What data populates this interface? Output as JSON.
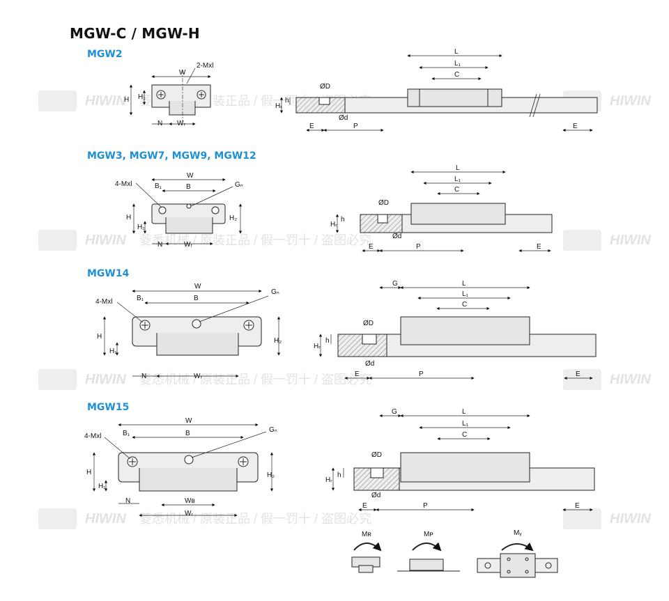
{
  "page": {
    "title": "MGW-C / MGW-H"
  },
  "sections": [
    {
      "id": "mgw2",
      "title": "MGW2"
    },
    {
      "id": "mgw3",
      "title": "MGW3, MGW7, MGW9, MGW12"
    },
    {
      "id": "mgw14",
      "title": "MGW14"
    },
    {
      "id": "mgw15",
      "title": "MGW15"
    }
  ],
  "labels": {
    "W": "W",
    "H": "H",
    "H1": "H₁",
    "H2": "H₂",
    "HR": "Hᵣ",
    "h": "h",
    "N": "N",
    "WR": "Wᵣ",
    "WB": "Wʙ",
    "B": "B",
    "B1": "B₁",
    "Gn": "Gₙ",
    "M2": "2-Mxl",
    "M4": "4-Mxl",
    "L": "L",
    "L1": "L₁",
    "C": "C",
    "G": "G",
    "OD": "ØD",
    "od": "Ød",
    "E": "E",
    "P": "P",
    "MR": "Mʀ",
    "MP": "Mᴘ",
    "MY": "Mᵧ"
  },
  "watermark": {
    "brand": "HIWIN",
    "text": "菱悉机械 / 原装正品 / 假一罚十 / 盗图必究"
  }
}
